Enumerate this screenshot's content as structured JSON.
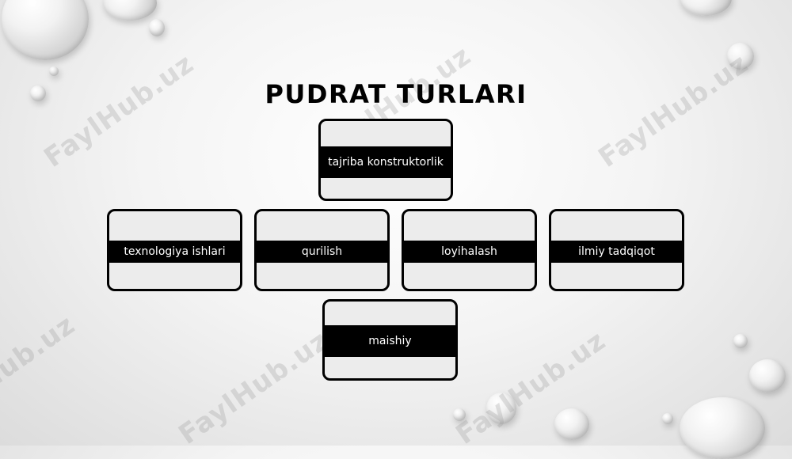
{
  "slide": {
    "title": "PUDRAT TURLARI",
    "watermark": "FaylHub.uz"
  },
  "diagram": {
    "top": "tajriba konstruktorlik",
    "middle": [
      "texnologiya ishlari",
      "qurilish",
      "loyihalash",
      "ilmiy tadqiqot"
    ],
    "bottom": "maishiy"
  }
}
